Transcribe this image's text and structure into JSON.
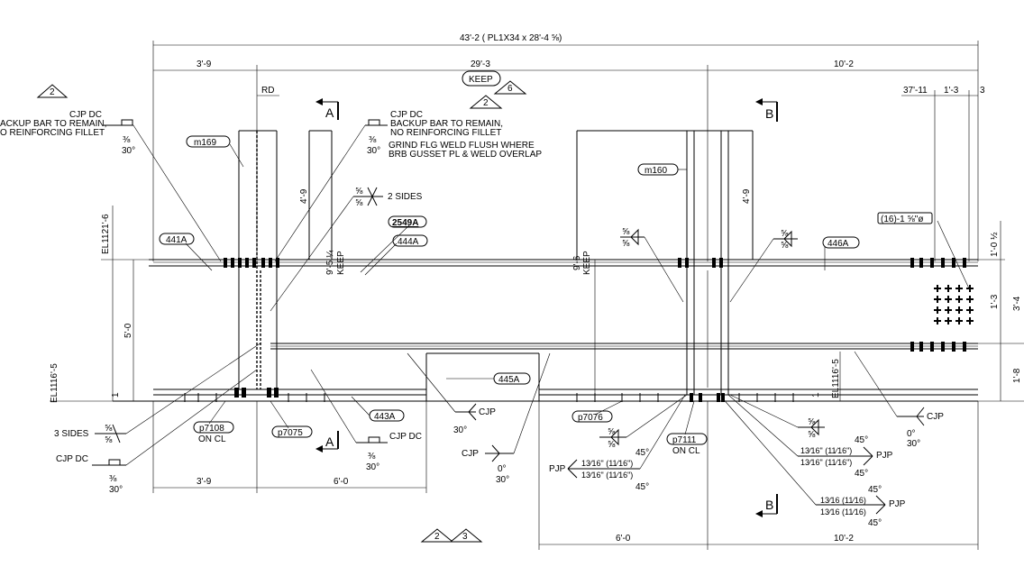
{
  "dims": {
    "overall": "43'-2 ( PL1X34 x 28'-4 ⅝)",
    "left_top": "3'-9",
    "mid_top": "29'-3",
    "right_top": "10'-2",
    "r_37_11": "37'-11",
    "r_1_3": "1'-3",
    "r_3": "3",
    "bottom_left_1": "3'-9",
    "bottom_left_2": "6'-0",
    "bottom_right_1": "6'-0",
    "bottom_right_2": "10'-2",
    "v_4_9_left": "4'-9",
    "v_4_9_right": "4'-9",
    "v_5_0": "5'-0",
    "v_9_5_1_4": "9'-5 ¼",
    "v_9_6": "9'-6",
    "v_1_0_1_2": "1'-0 ½",
    "v_1_3": "1'-3",
    "v_3_4": "3'-4",
    "v_1_8": "1'-8",
    "v_1_left": "1",
    "v_1_right": "1",
    "el_top": "EL1121'-6",
    "el_bot": "EL1116'-5",
    "el_right": "EL1116'-5",
    "rd": "RD"
  },
  "keep": "KEEP",
  "keep_v1": "KEEP",
  "keep_v2": "KEEP",
  "revisions": {
    "r2a": "2",
    "r2b": "2",
    "r6": "6",
    "r2c": "2",
    "r3": "3"
  },
  "sections": {
    "a_top": "A",
    "a_bot": "A",
    "b_top": "B",
    "b_bot": "B"
  },
  "marks": {
    "m169": "m169",
    "m160": "m160",
    "a441": "441A",
    "a2549": "2549A",
    "a444": "444A",
    "a446": "446A",
    "a445": "445A",
    "a443": "443A",
    "p7108": "p7108",
    "p7075": "p7075",
    "p7076": "p7076",
    "p7111": "p7111",
    "bolts": "(16)-1 ⅝\"ø"
  },
  "notes": {
    "cjp_dc": "CJP DC",
    "left_backup": "ACKUP BAR TO REMAIN,",
    "left_noreinf": "O REINFORCING FILLET",
    "backup": "BACKUP BAR TO REMAIN,",
    "noreinf": "NO REINFORCING FILLET",
    "grind1": "GRIND FLG WELD FLUSH WHERE",
    "grind2": "BRB GUSSET PL & WELD OVERLAP",
    "two_sides": "2 SIDES",
    "three_sides": "3 SIDES",
    "cjp": "CJP",
    "pjp": "PJP",
    "on_cl": "ON CL",
    "cjp_dc_bl": "CJP DC",
    "cjp_dc_bm": "CJP DC"
  },
  "welds": {
    "f58": "⅝",
    "f38": "⅜",
    "a30": "30°",
    "a45": "45°",
    "a0": "0°",
    "w13a": "13⁄16\" (11⁄16\")",
    "w13b": "13⁄16 (11⁄16)"
  }
}
